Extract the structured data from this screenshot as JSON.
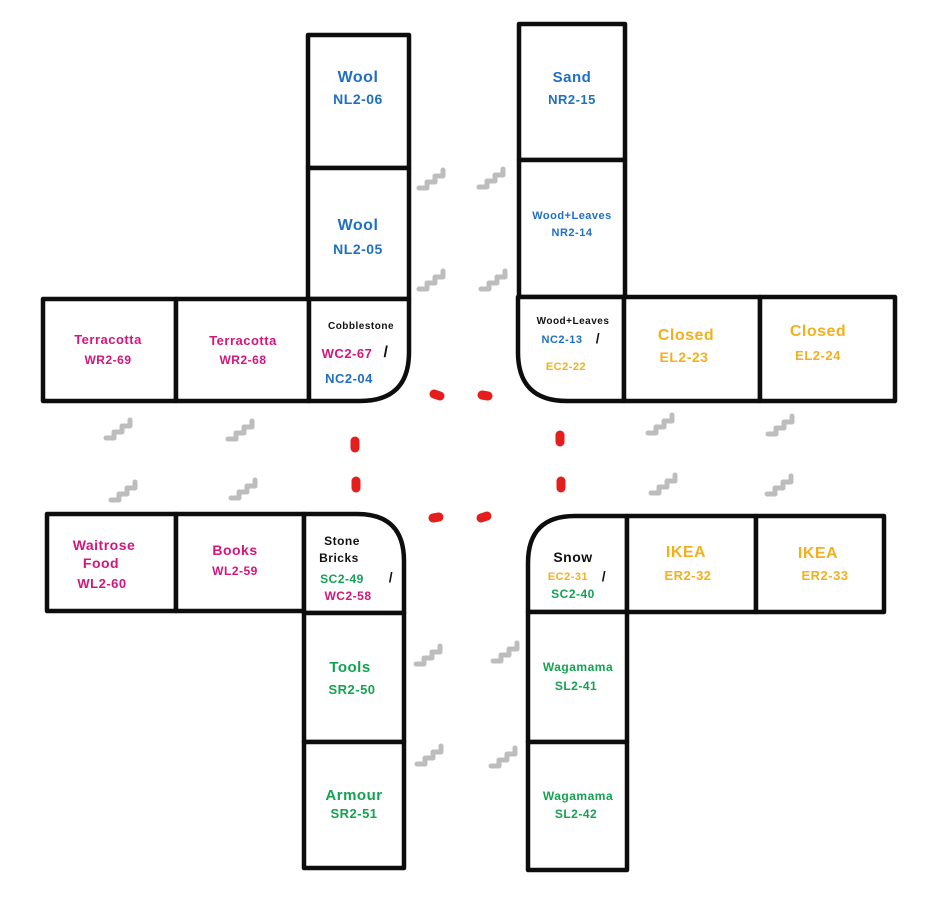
{
  "colors": {
    "blue": "#1f6fc5",
    "pink": "#d4157a",
    "orange": "#f4b01c",
    "green": "#13a350",
    "black": "#111111",
    "squiggle": "#bdbdbd",
    "dot": "#e41d1d"
  },
  "north": {
    "nl2_06": {
      "title": "Wool",
      "code": "NL2-06"
    },
    "nl2_05": {
      "title": "Wool",
      "code": "NL2-05"
    },
    "nr2_15": {
      "title": "Sand",
      "code": "NR2-15"
    },
    "nr2_14": {
      "title": "Wood+Leaves",
      "code": "NR2-14"
    }
  },
  "west": {
    "wr2_69": {
      "title": "Terracotta",
      "code": "WR2-69"
    },
    "wr2_68": {
      "title": "Terracotta",
      "code": "WR2-68"
    },
    "wl2_60": {
      "title1": "Waitrose",
      "title2": "Food",
      "code": "WL2-60"
    },
    "wl2_59": {
      "title": "Books",
      "code": "WL2-59"
    }
  },
  "east": {
    "el2_23": {
      "title": "Closed",
      "code": "EL2-23"
    },
    "el2_24": {
      "title": "Closed",
      "code": "EL2-24"
    },
    "er2_32": {
      "title": "IKEA",
      "code": "ER2-32"
    },
    "er2_33": {
      "title": "IKEA",
      "code": "ER2-33"
    }
  },
  "south": {
    "sr2_50": {
      "title": "Tools",
      "code": "SR2-50"
    },
    "sr2_51": {
      "title": "Armour",
      "code": "SR2-51"
    },
    "sl2_41": {
      "title": "Wagamama",
      "code": "SL2-41"
    },
    "sl2_42": {
      "title": "Wagamama",
      "code": "SL2-42"
    }
  },
  "corners": {
    "nw": {
      "title": "Cobblestone",
      "code_a": "WC2-67",
      "code_b": "NC2-04"
    },
    "ne": {
      "title": "Wood+Leaves",
      "code_a": "NC2-13",
      "code_b": "EC2-22"
    },
    "sw": {
      "title1": "Stone",
      "title2": "Bricks",
      "code_a": "SC2-49",
      "code_b": "WC2-58"
    },
    "se": {
      "title": "Snow",
      "code_a": "EC2-31",
      "code_b": "SC2-40"
    }
  },
  "separator": "/"
}
